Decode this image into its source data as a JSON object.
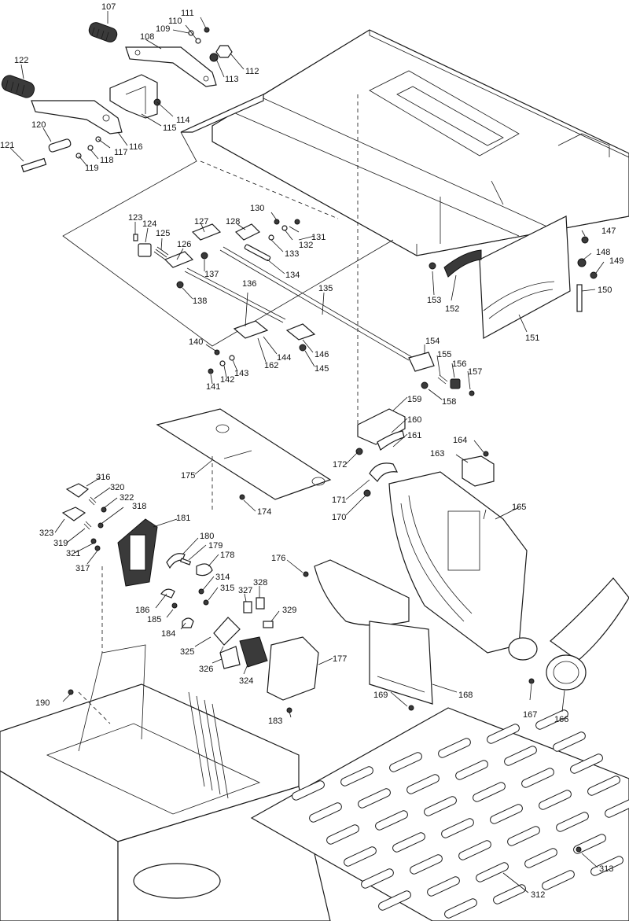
{
  "diagram": {
    "callouts": {
      "c107": "107",
      "c108": "108",
      "c109": "109",
      "c110": "110",
      "c111": "111",
      "c112": "112",
      "c113": "113",
      "c114": "114",
      "c115": "115",
      "c116": "116",
      "c117": "117",
      "c118": "118",
      "c119": "119",
      "c120": "120",
      "c121": "121",
      "c122": "122",
      "c123": "123",
      "c124": "124",
      "c125": "125",
      "c126": "126",
      "c127": "127",
      "c128": "128",
      "c130": "130",
      "c131": "131",
      "c132": "132",
      "c133": "133",
      "c134": "134",
      "c135": "135",
      "c136": "136",
      "c137": "137",
      "c138": "138",
      "c140": "140",
      "c141": "141",
      "c142": "142",
      "c143": "143",
      "c144": "144",
      "c145": "145",
      "c146": "146",
      "c147": "147",
      "c148": "148",
      "c149": "149",
      "c150": "150",
      "c151": "151",
      "c152": "152",
      "c153": "153",
      "c154": "154",
      "c155": "155",
      "c156": "156",
      "c157": "157",
      "c158": "158",
      "c159": "159",
      "c160": "160",
      "c161": "161",
      "c162": "162",
      "c163": "163",
      "c164": "164",
      "c165": "165",
      "c166": "166",
      "c167": "167",
      "c168": "168",
      "c169": "169",
      "c170": "170",
      "c171": "171",
      "c172": "172",
      "c174": "174",
      "c175": "175",
      "c176": "176",
      "c177": "177",
      "c178": "178",
      "c179": "179",
      "c180": "180",
      "c181": "181",
      "c183": "183",
      "c184": "184",
      "c185": "185",
      "c186": "186",
      "c190": "190",
      "c312": "312",
      "c313": "313",
      "c314": "314",
      "c315": "315",
      "c316": "316",
      "c317": "317",
      "c318": "318",
      "c319": "319",
      "c320": "320",
      "c321": "321",
      "c322": "322",
      "c323": "323",
      "c324": "324",
      "c325": "325",
      "c326": "326",
      "c327": "327",
      "c328": "328",
      "c329": "329"
    }
  }
}
